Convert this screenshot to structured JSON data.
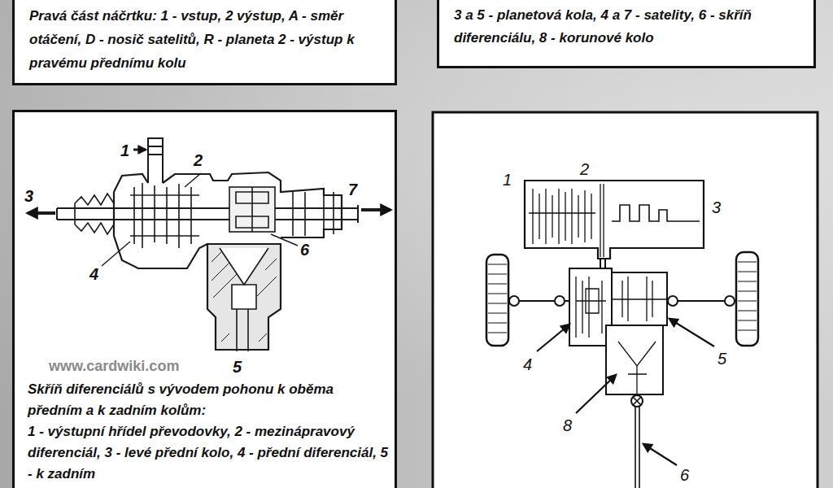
{
  "diagram": {
    "nodes": [
      {
        "text": [
          "Pravá část náčrtku: 1 - vstup, 2 výstup, A - směr otáčení, D - nosič satelitů, R - planeta 2 - výstup k pravému přednímu kolu"
        ]
      },
      {
        "text": [
          "3 a 5 - planetová kola, 4 a 7 - satelity, 6 - skříň diferenciálu, 8 - korunové kolo"
        ]
      },
      {
        "text": [
          "Skříň diferenciálů s vývodem pohonu k oběma předním a k zadním kolům:",
          "1 - výstupní hřídel převodovky, 2 - mezinápravový diferenciál, 3 - levé přední kolo, 4 - přední diferenciál, 5 - k zadním"
        ]
      }
    ],
    "labels": [
      "1",
      "2",
      "3",
      "4",
      "5",
      "6",
      "7",
      "1",
      "2",
      "3",
      "4",
      "5",
      "8",
      "6",
      "www.cardwiki.com"
    ]
  }
}
